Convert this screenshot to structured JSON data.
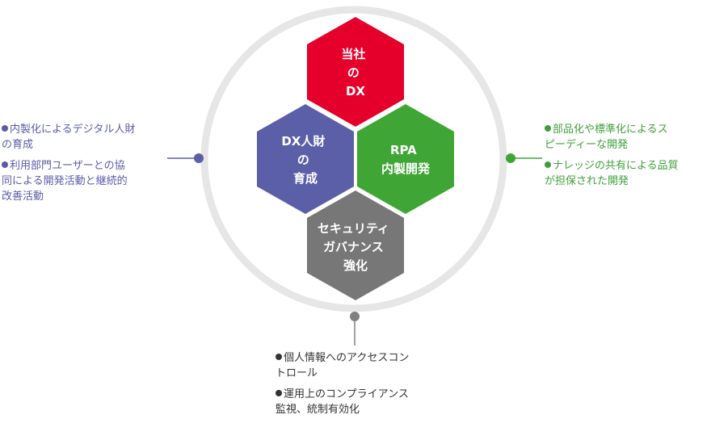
{
  "colors": {
    "ring": "#e6e6e6",
    "red": "#e4002b",
    "purple": "#5b5fa8",
    "green": "#3fa535",
    "gray": "#777777",
    "connector_left": "#5b5fa8",
    "connector_right": "#3fa535",
    "connector_bottom": "#808080"
  },
  "hexagons": {
    "top": {
      "lines": [
        "当社",
        "の",
        "DX"
      ]
    },
    "left": {
      "lines": [
        "DX人財",
        "の",
        "育成"
      ]
    },
    "right": {
      "lines": [
        "RPA",
        "内製開発"
      ]
    },
    "bottom": {
      "lines": [
        "セキュリティ",
        "ガバナンス",
        "強化"
      ]
    }
  },
  "notes": {
    "left": {
      "items": [
        {
          "lines": [
            "内製化によるデジタル人財",
            "の育成"
          ]
        },
        {
          "lines": [
            "利用部門ユーザーとの協",
            "同による開発活動と継続的",
            "改善活動"
          ]
        }
      ]
    },
    "right": {
      "items": [
        {
          "lines": [
            "部品化や標準化によるス",
            "ピーディーな開発"
          ]
        },
        {
          "lines": [
            "ナレッジの共有による品質",
            "が担保された開発"
          ]
        }
      ]
    },
    "bottom": {
      "items": [
        {
          "lines": [
            "個人情報へのアクセスコン",
            "トロール"
          ]
        },
        {
          "lines": [
            "運用上のコンプライアンス",
            "監視、統制有効化"
          ]
        }
      ]
    }
  }
}
